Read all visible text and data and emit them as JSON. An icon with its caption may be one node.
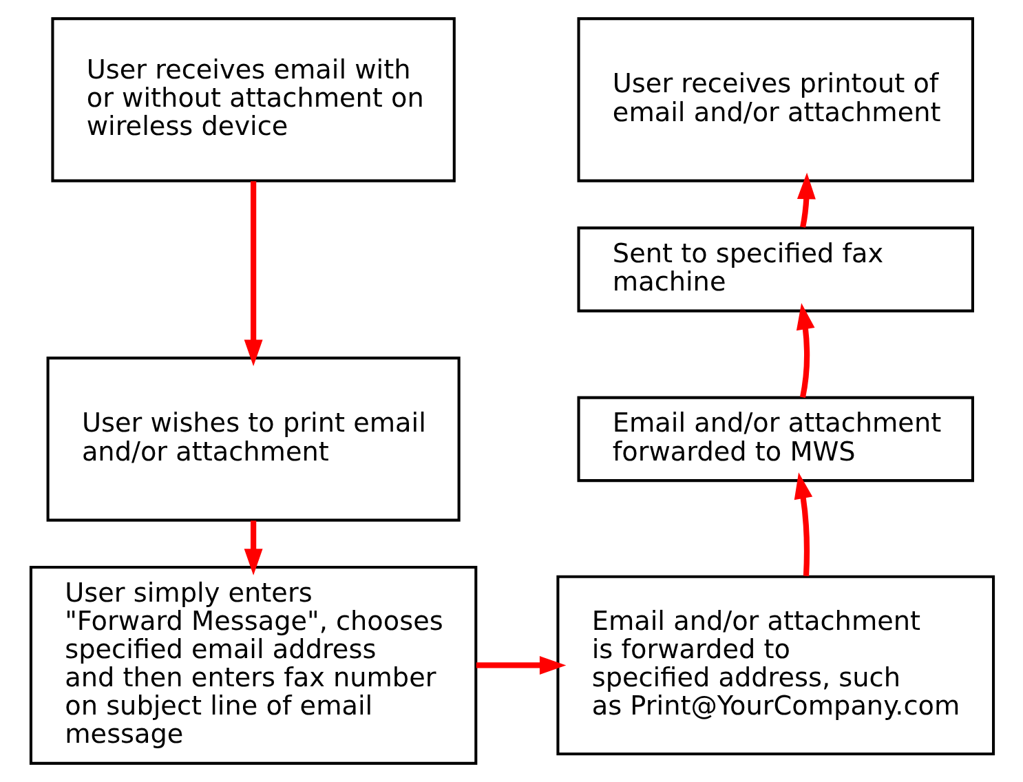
{
  "diagram": {
    "nodes": [
      {
        "text": [
          "User receives email with or without attachment on wireless device"
        ]
      },
      {
        "text": [
          "User wishes to print email and/or attachment"
        ]
      },
      {
        "text": [
          "User simply enters \"Forward Message\", chooses specified email address and then enters fax number on subject line of email message"
        ]
      },
      {
        "text": [
          "Email and/or attachment is forwarded to specified address, such as Print@YourCompany.com"
        ]
      },
      {
        "text": [
          "Email and/or attachment forwarded to MWS"
        ]
      },
      {
        "text": [
          "Sent to specified fax machine"
        ]
      },
      {
        "text": [
          "User receives printout of email and/or attachment"
        ]
      }
    ],
    "edges": [
      {
        "from": 0,
        "to": 1,
        "arrow": "to"
      },
      {
        "from": 1,
        "to": 2,
        "arrow": "to"
      },
      {
        "from": 2,
        "to": 3,
        "arrow": "to"
      },
      {
        "from": 3,
        "to": 4,
        "arrow": "to"
      },
      {
        "from": 4,
        "to": 5,
        "arrow": "to"
      },
      {
        "from": 5,
        "to": 6,
        "arrow": "to"
      }
    ]
  }
}
